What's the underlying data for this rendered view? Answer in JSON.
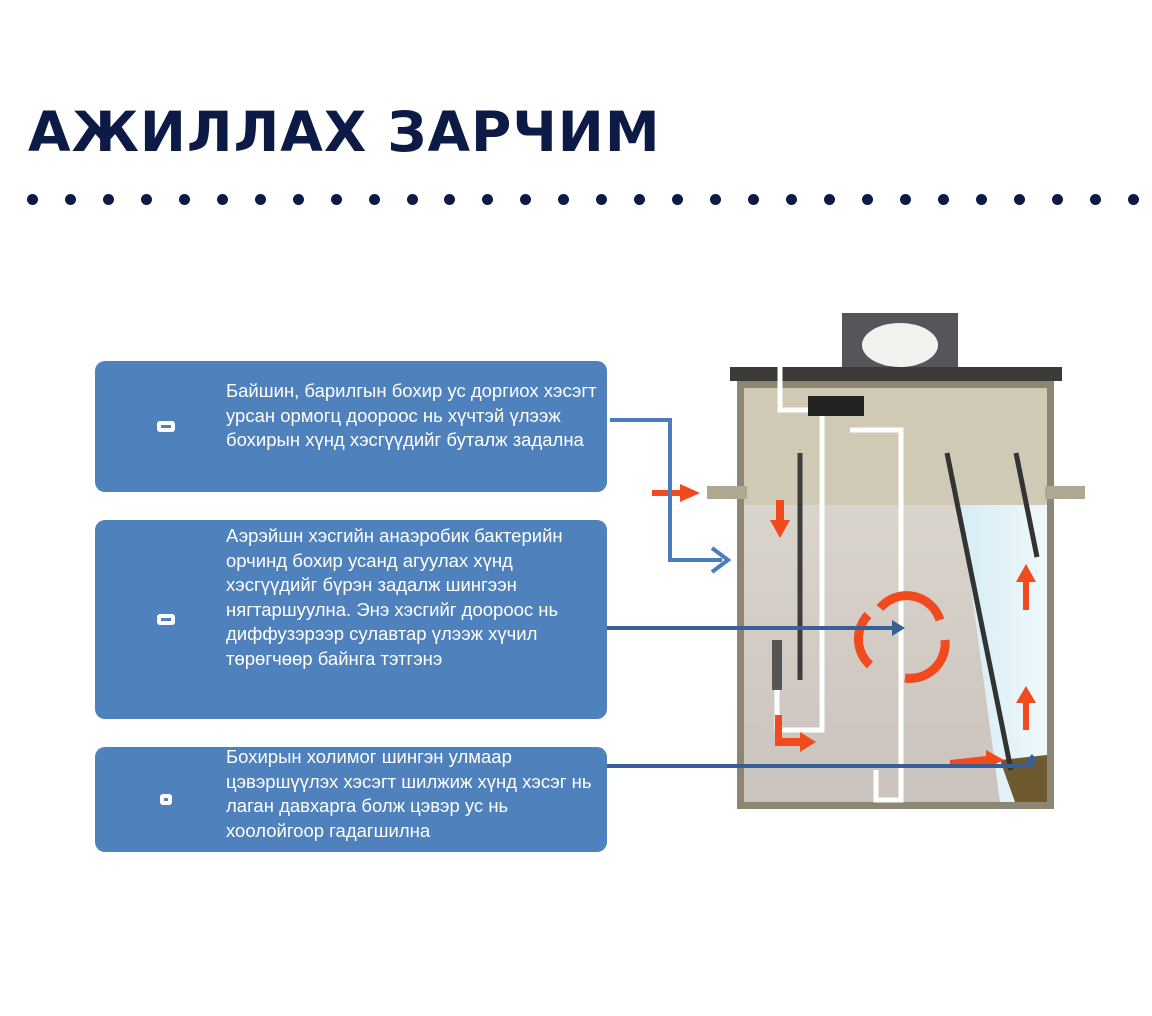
{
  "title": "АЖИЛЛАХ ЗАРЧИМ",
  "steps": [
    {
      "text": "Байшин, барилгын бохир ус доргиох хэсэгт урсан ормогц доороос нь хүчтэй үлээж бохирын хүнд хэсгүүдийг буталж задална"
    },
    {
      "text": "Аэрэйшн хэсгийн анаэробик бактерийн орчинд бохир усанд агуулах хүнд хэсгүүдийг бүрэн задалж шингээн нягтаршуулна. Энэ хэсгийг доороос нь диффузэрээр сулавтар үлээж хүчил төрөгчөөр байнга тэтгэнэ"
    },
    {
      "text": "Бохирын холимог шингэн улмаар цэвэршүүлэх хэсэгт шилжиж хүнд хэсэг нь лаган давхарга болж цэвэр ус нь хоолойгоор гадагшилна"
    }
  ],
  "colors": {
    "title": "#0c1a45",
    "box": "#4f81bd",
    "connector": "#3a5f94",
    "flow_arrow": "#f04a1e",
    "tank": "#8c8672"
  }
}
